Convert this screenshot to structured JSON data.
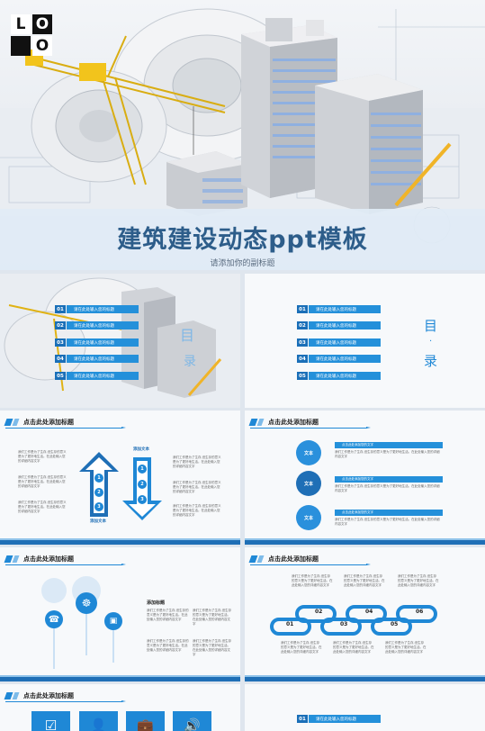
{
  "logo": {
    "letters": [
      "L",
      "O",
      "",
      "O"
    ]
  },
  "hero": {
    "title": "建筑建设动态ppt模板",
    "subtitle": "请添加你的副标题"
  },
  "toc": {
    "heading_chars": [
      "目",
      "·",
      "录"
    ],
    "items": [
      {
        "num": "01",
        "label": "请在此处输入您的标题"
      },
      {
        "num": "02",
        "label": "请在此处输入您的标题"
      },
      {
        "num": "03",
        "label": "请在此处输入您的标题"
      },
      {
        "num": "04",
        "label": "请在此处输入您的标题"
      },
      {
        "num": "05",
        "label": "请在此处输入您的标题"
      }
    ]
  },
  "slide_header": "点击此处添加标题",
  "arrows_slide": {
    "label_add_text": "添加文本",
    "up_nums": [
      "1",
      "2",
      "3"
    ],
    "down_nums": [
      "1",
      "2",
      "3"
    ]
  },
  "circles_slide": {
    "circle_label": "文本",
    "bar_label": "点击此处添加您的文字"
  },
  "pins_slide": {
    "heading": "添加标题"
  },
  "chain_slide": {
    "nums": [
      "01",
      "02",
      "03",
      "04",
      "05",
      "06"
    ]
  },
  "icon_slide": {
    "icons": [
      "☑",
      "👤",
      "💼",
      "🔊"
    ]
  },
  "body_text": "我们工作是为了生存,但生存的意义是为了更好地生活。在此处输入您的详细内容文字"
}
